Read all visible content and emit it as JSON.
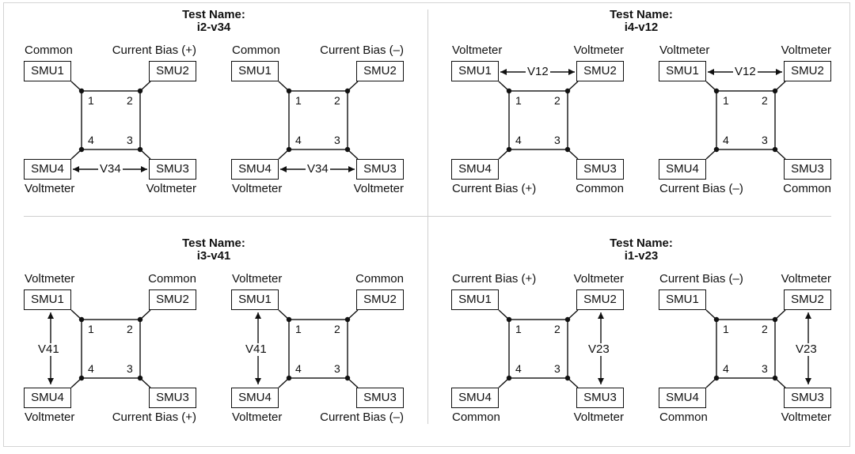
{
  "tests": [
    {
      "title_label": "Test Name:",
      "name": "i2-v34",
      "measure": "V34",
      "circuits": [
        {
          "roles": {
            "smu1": "Common",
            "smu2": "Current Bias (+)",
            "smu3": "Voltmeter",
            "smu4": "Voltmeter"
          }
        },
        {
          "roles": {
            "smu1": "Common",
            "smu2": "Current Bias (–)",
            "smu3": "Voltmeter",
            "smu4": "Voltmeter"
          }
        }
      ]
    },
    {
      "title_label": "Test Name:",
      "name": "i4-v12",
      "measure": "V12",
      "circuits": [
        {
          "roles": {
            "smu1": "Voltmeter",
            "smu2": "Voltmeter",
            "smu3": "Common",
            "smu4": "Current Bias (+)"
          }
        },
        {
          "roles": {
            "smu1": "Voltmeter",
            "smu2": "Voltmeter",
            "smu3": "Common",
            "smu4": "Current Bias (–)"
          }
        }
      ]
    },
    {
      "title_label": "Test Name:",
      "name": "i3-v41",
      "measure": "V41",
      "circuits": [
        {
          "roles": {
            "smu1": "Voltmeter",
            "smu2": "Common",
            "smu3": "Current Bias (+)",
            "smu4": "Voltmeter"
          }
        },
        {
          "roles": {
            "smu1": "Voltmeter",
            "smu2": "Common",
            "smu3": "Current Bias (–)",
            "smu4": "Voltmeter"
          }
        }
      ]
    },
    {
      "title_label": "Test Name:",
      "name": "i1-v23",
      "measure": "V23",
      "circuits": [
        {
          "roles": {
            "smu1": "Current Bias (+)",
            "smu2": "Voltmeter",
            "smu3": "Voltmeter",
            "smu4": "Common"
          }
        },
        {
          "roles": {
            "smu1": "Current Bias (–)",
            "smu2": "Voltmeter",
            "smu3": "Voltmeter",
            "smu4": "Common"
          }
        }
      ]
    }
  ],
  "smu_labels": {
    "smu1": "SMU1",
    "smu2": "SMU2",
    "smu3": "SMU3",
    "smu4": "SMU4"
  },
  "corner_labels": {
    "c1": "1",
    "c2": "2",
    "c3": "3",
    "c4": "4"
  }
}
